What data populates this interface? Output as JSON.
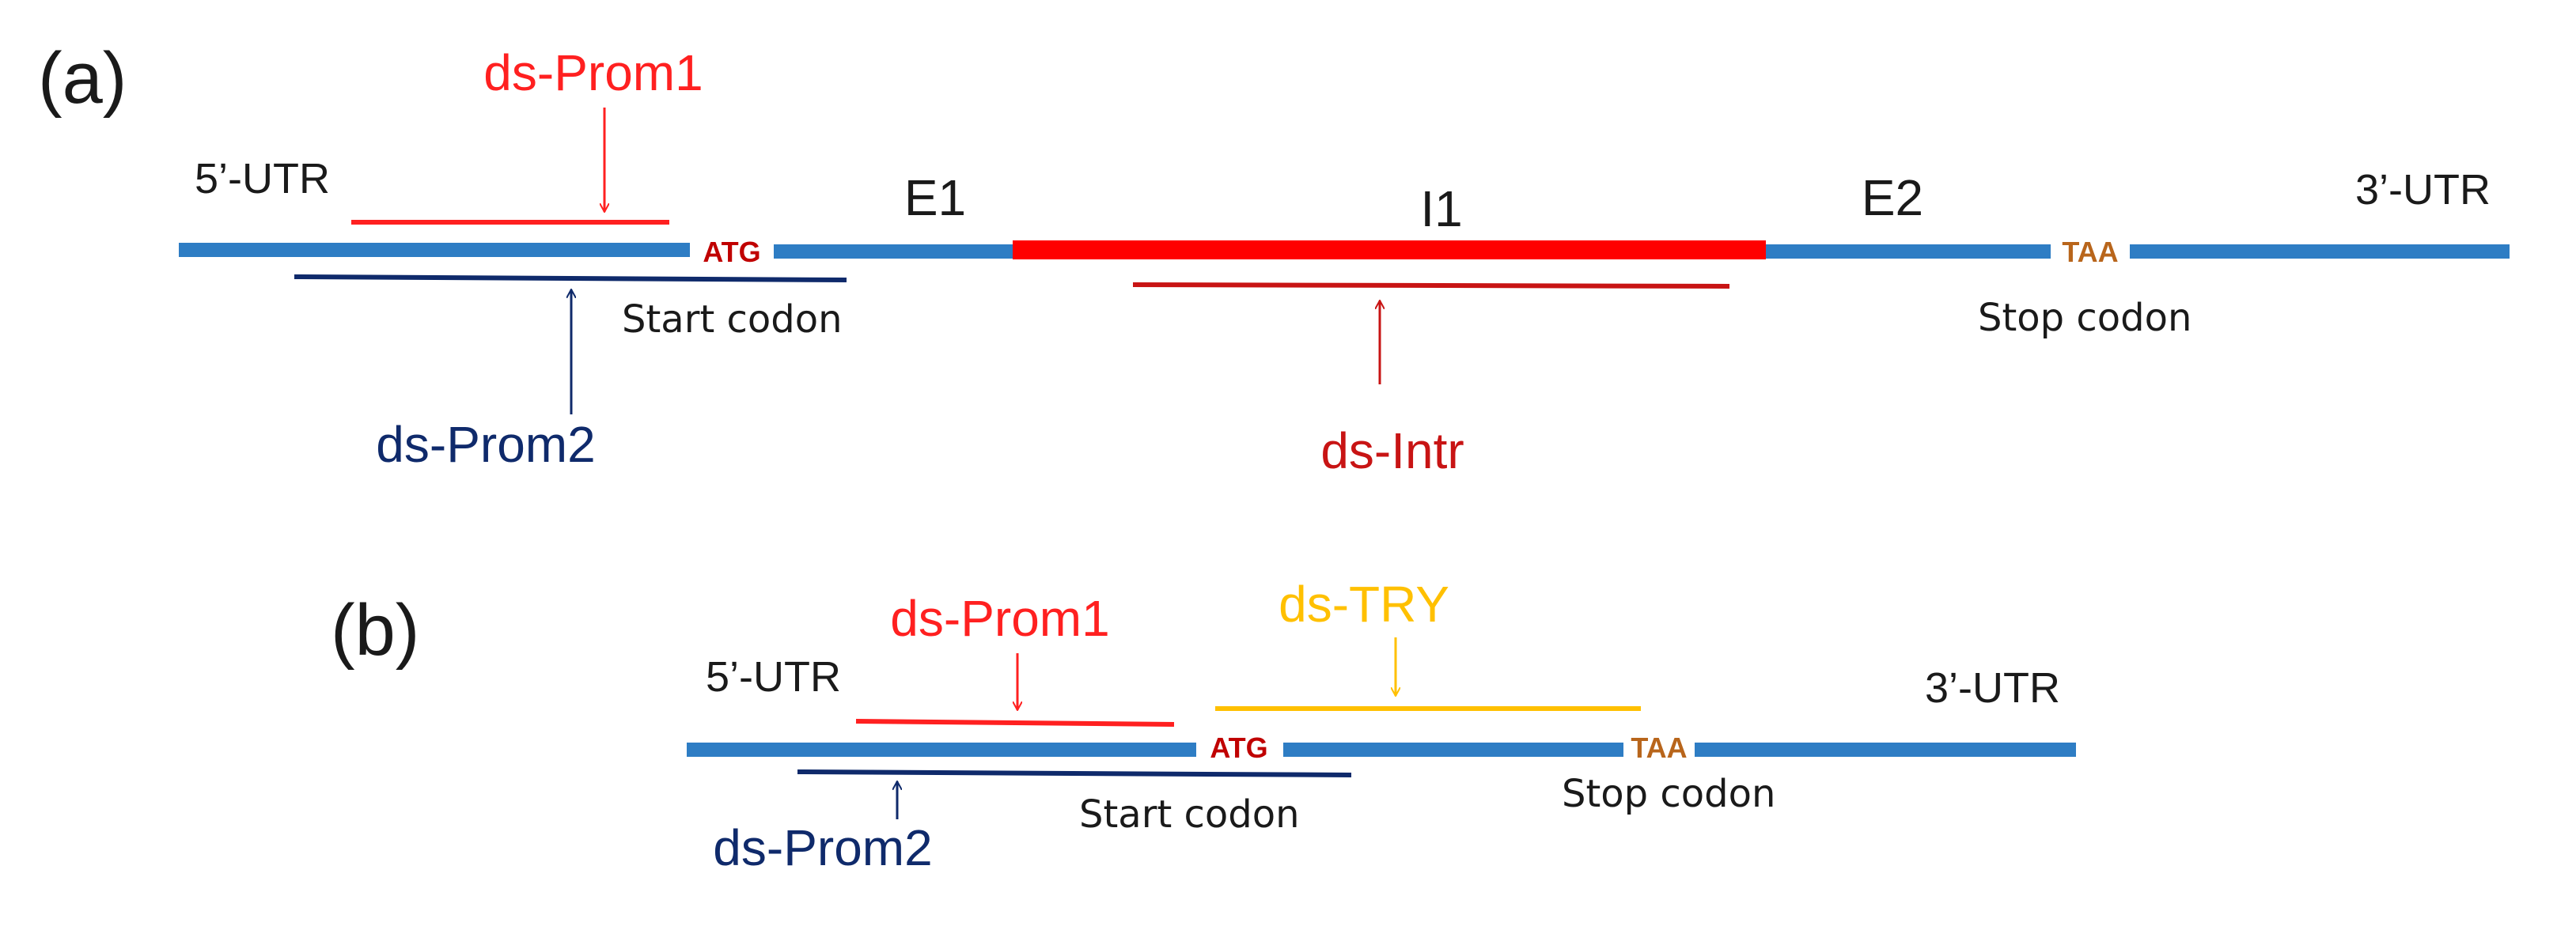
{
  "colors": {
    "gene": "#2e7dc4",
    "intron": "#ff0000",
    "prom1": "#ff2020",
    "prom2": "#0f2a6b",
    "intr_probe": "#c81414",
    "try_probe": "#ffc000",
    "codon": "#c00000",
    "stop_codon": "#b8651b",
    "text": "#1a1a1a"
  },
  "panel_a": {
    "label": "(a)",
    "utr5": "5’-UTR",
    "utr3": "3’-UTR",
    "exon1": "E1",
    "intron1": "I1",
    "exon2": "E2",
    "start_codon_seq": "ATG",
    "stop_codon_seq": "TAA",
    "start_codon_label": "Start codon",
    "stop_codon_label": "Stop codon",
    "prom1_label": "ds-Prom1",
    "prom2_label": "ds-Prom2",
    "intr_label": "ds-Intr"
  },
  "panel_b": {
    "label": "(b)",
    "utr5": "5’-UTR",
    "utr3": "3’-UTR",
    "start_codon_seq": "ATG",
    "stop_codon_seq": "TAA",
    "start_codon_label": "Start codon",
    "stop_codon_label": "Stop codon",
    "prom1_label": "ds-Prom1",
    "prom2_label": "ds-Prom2",
    "try_label": "ds-TRY"
  }
}
